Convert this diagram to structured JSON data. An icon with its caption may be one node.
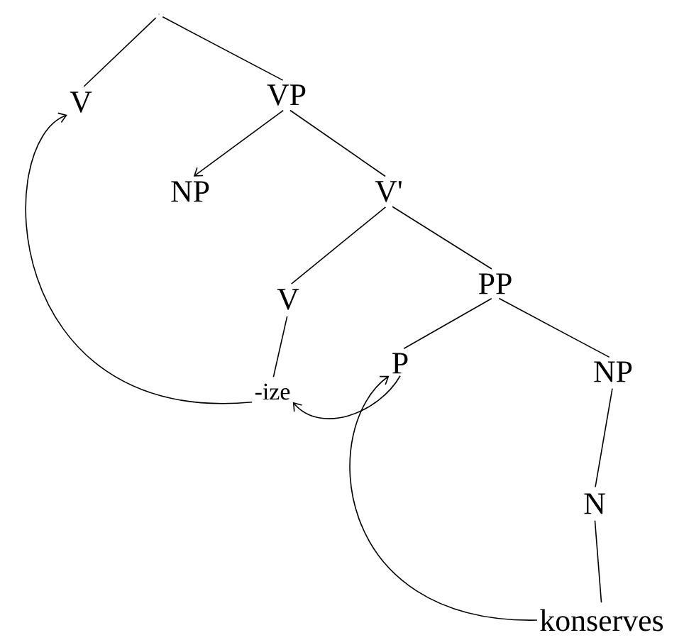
{
  "diagram": {
    "nodes": [
      {
        "text": [],
        "shape": "point"
      },
      {
        "text": [
          "V"
        ]
      },
      {
        "text": [
          "VP"
        ]
      },
      {
        "text": [
          "NP"
        ]
      },
      {
        "text": [
          "V'"
        ]
      },
      {
        "text": [
          "V"
        ]
      },
      {
        "text": [
          "PP"
        ]
      },
      {
        "text": [
          "-ize"
        ]
      },
      {
        "text": [
          "P"
        ]
      },
      {
        "text": [
          "NP"
        ]
      },
      {
        "text": [
          "N"
        ]
      },
      {
        "text": [
          "konserves"
        ]
      }
    ],
    "edges": [
      {
        "from": 0,
        "to": 1,
        "arrow": "none"
      },
      {
        "from": 0,
        "to": 2,
        "arrow": "none"
      },
      {
        "from": 2,
        "to": 3,
        "arrow": "to"
      },
      {
        "from": 2,
        "to": 4,
        "arrow": "none"
      },
      {
        "from": 4,
        "to": 5,
        "arrow": "none"
      },
      {
        "from": 4,
        "to": 6,
        "arrow": "none"
      },
      {
        "from": 5,
        "to": 7,
        "arrow": "none"
      },
      {
        "from": 6,
        "to": 8,
        "arrow": "none"
      },
      {
        "from": 6,
        "to": 9,
        "arrow": "none"
      },
      {
        "from": 9,
        "to": 10,
        "arrow": "none"
      },
      {
        "from": 10,
        "to": 11,
        "arrow": "none"
      },
      {
        "from": 7,
        "to": 1,
        "arrow": "to"
      },
      {
        "from": 8,
        "to": 7,
        "arrow": "to"
      },
      {
        "from": 11,
        "to": 8,
        "arrow": "to"
      }
    ]
  }
}
